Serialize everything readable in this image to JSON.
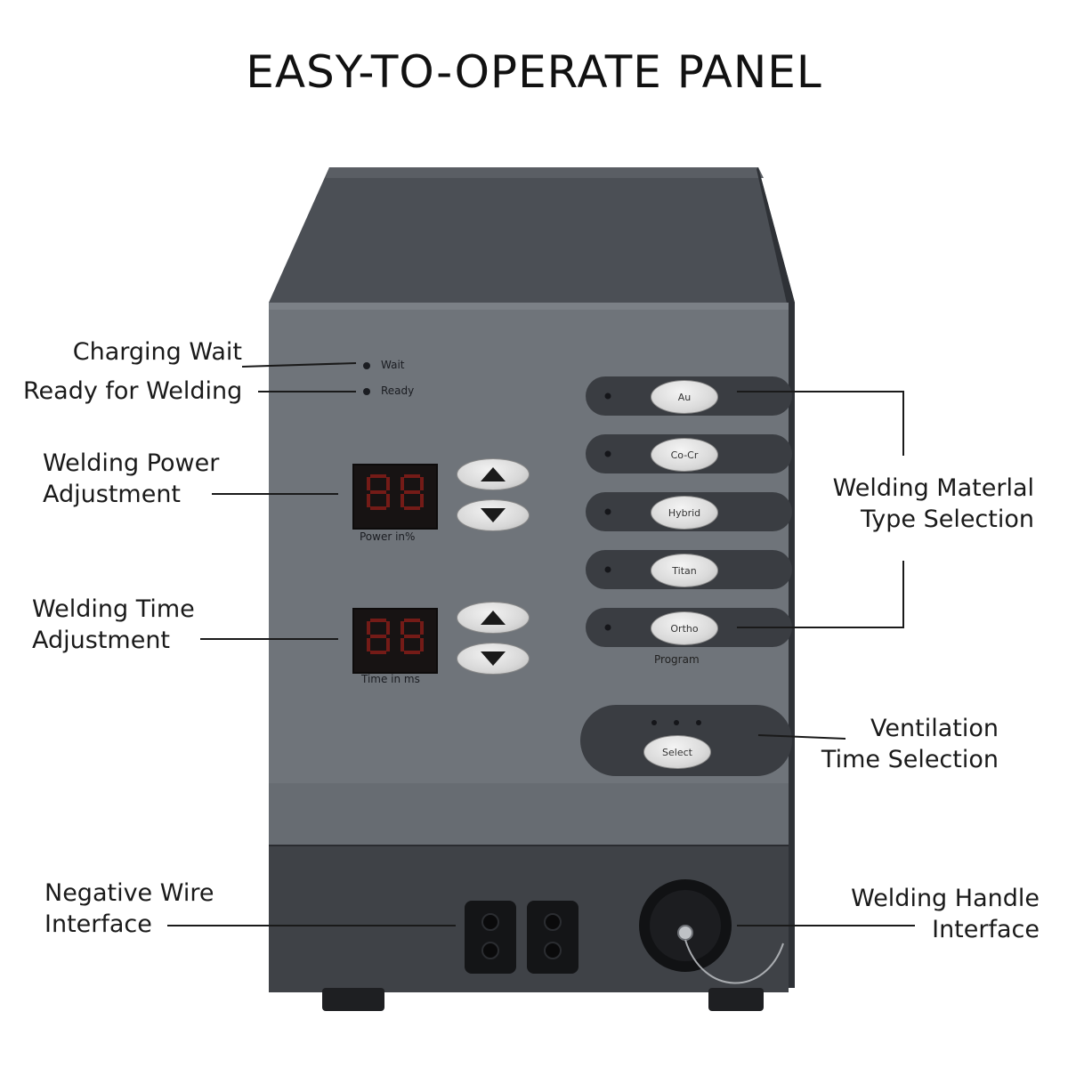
{
  "title": "EASY-TO-OPERATE PANEL",
  "callouts": {
    "charging_wait": "Charging Wait",
    "ready_for_welding": "Ready for Welding",
    "power_line1": "Welding Power",
    "power_line2": "Adjustment",
    "time_line1": "Welding Time",
    "time_line2": "Adjustment",
    "material_line1": "Welding Materlal",
    "material_line2": "Type Selection",
    "ventilation_line1": "Ventilation",
    "ventilation_line2": "Time Selection",
    "negative_line1": "Negative Wire",
    "negative_line2": "Interface",
    "handle_line1": "Welding Handle",
    "handle_line2": "Interface"
  },
  "panel": {
    "wait_label": "Wait",
    "ready_label": "Ready",
    "power_unit": "Power  in%",
    "time_unit": "Time  in  ms",
    "power_display": "88",
    "time_display": "88",
    "materials": [
      "Au",
      "Co-Cr",
      "Hybrid",
      "Titan",
      "Ortho"
    ],
    "program_label": "Program",
    "select_label": "Select"
  },
  "colors": {
    "panel_face": "#6f747a",
    "cabinet_top": "#4b4f55",
    "cabinet_side": "#2e3136",
    "bottom_strip": "#3f4247",
    "led_display": "#c0231b",
    "label_bar": "#3a3d42"
  },
  "icons": {
    "arrow_up": "triangle-up-icon",
    "arrow_down": "triangle-down-icon"
  }
}
